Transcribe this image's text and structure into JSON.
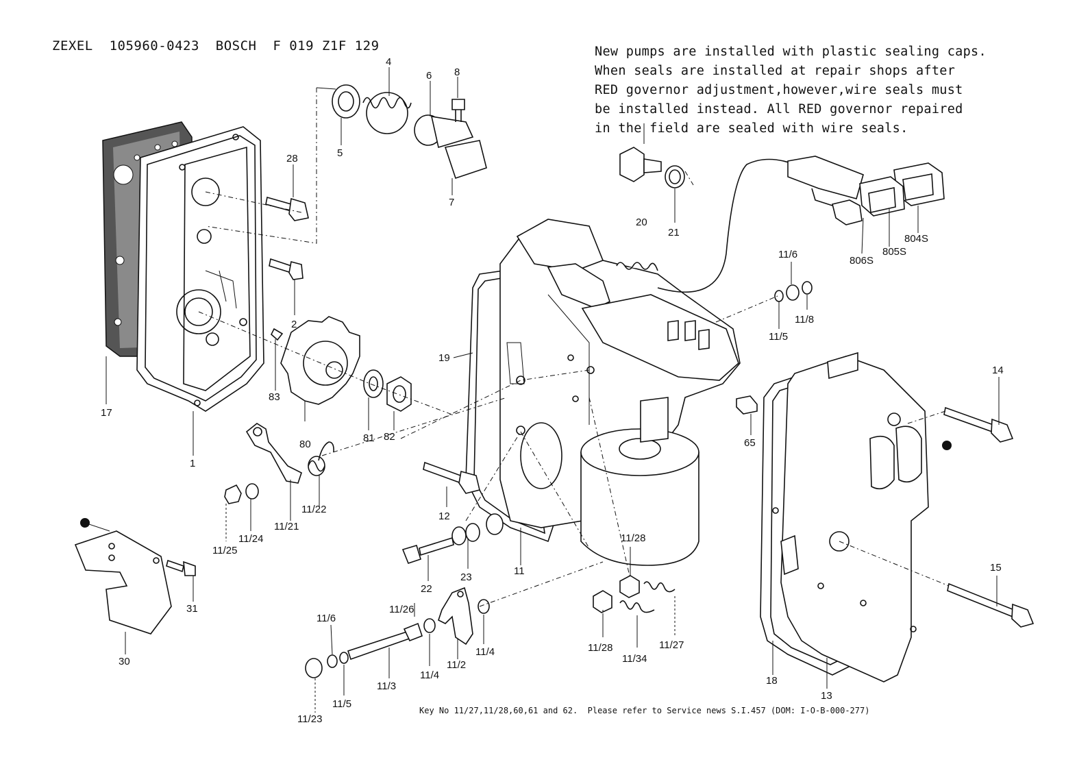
{
  "header": {
    "title": "ZEXEL  105960-0423  BOSCH  F 019 Z1F 129"
  },
  "notes": [
    "New pumps are installed with plastic sealing caps.",
    "When seals are installed at repair shops after",
    "RED governor adjustment,however,wire seals must",
    "be installed instead. All RED governor repaired",
    "in the field are sealed with wire seals."
  ],
  "footer": "Key No 11/27,11/28,60,61 and 62.  Please refer to Service news S.I.457 (DOM: I-O-B-000-277)",
  "callouts": {
    "c1": "1",
    "c2": "2",
    "c4": "4",
    "c5": "5",
    "c6": "6",
    "c7": "7",
    "c8": "8",
    "c11": "11",
    "c12": "12",
    "c13": "13",
    "c14": "14",
    "c15": "15",
    "c17": "17",
    "c18": "18",
    "c19": "19",
    "c20": "20",
    "c21": "21",
    "c22": "22",
    "c23": "23",
    "c28": "28",
    "c30": "30",
    "c31": "31",
    "c65": "65",
    "c80": "80",
    "c81": "81",
    "c82": "82",
    "c83": "83",
    "c11_2": "11/2",
    "c11_3": "11/3",
    "c11_4a": "11/4",
    "c11_4b": "11/4",
    "c11_5a": "11/5",
    "c11_5b": "11/5",
    "c11_6a": "11/6",
    "c11_6b": "11/6",
    "c11_8": "11/8",
    "c11_21": "11/21",
    "c11_22": "11/22",
    "c11_23": "11/23",
    "c11_24": "11/24",
    "c11_25": "11/25",
    "c11_26": "11/26",
    "c11_27": "11/27",
    "c11_28a": "11/28",
    "c11_28b": "11/28",
    "c11_34": "11/34",
    "c804s": "804S",
    "c805s": "805S",
    "c806s": "806S"
  }
}
